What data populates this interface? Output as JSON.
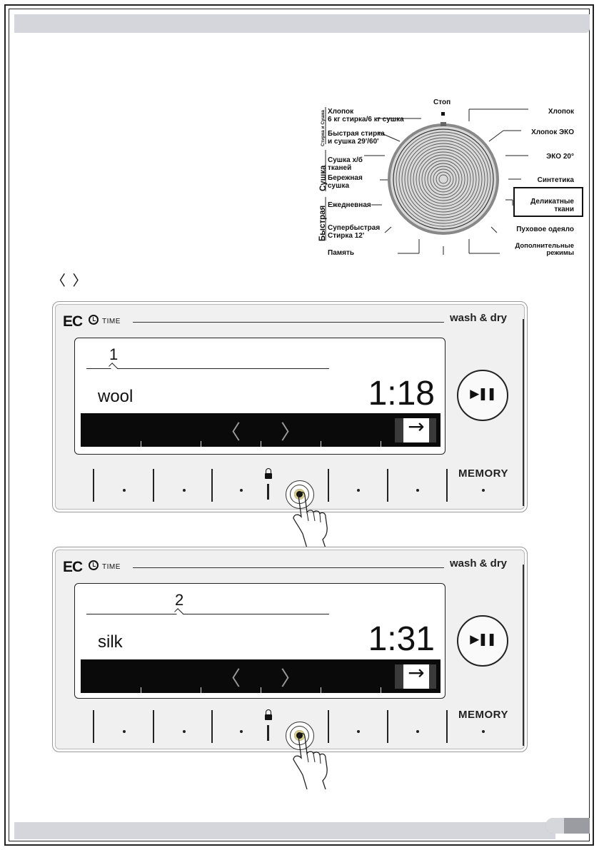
{
  "dial": {
    "top_label": "Стоп",
    "left_group_1": "Стирка и Сушка",
    "left_group_2": "Сушка",
    "left_group_3": "Быстрая",
    "left_items": [
      "Хлопок\n6 кг стирка/6 кг сушка",
      "Быстрая стирка\nи сушка 29'/60'",
      "Сушка х/б\nтканей",
      "Бережная\nсушка",
      "Ежедневная",
      "Супербыстрая\nСтирка 12'",
      "Память"
    ],
    "right_items": [
      "Хлопок",
      "Хлопок ЭКО",
      "ЭКО 20°",
      "Синтетика",
      "Деликатные\nткани",
      "Пуховое одеяло",
      "Дополнительные\nрежимы"
    ],
    "highlighted": "Деликатные ткани"
  },
  "nav_arrows": "〈 〉",
  "brand": {
    "eco": "EC",
    "time": "TIME",
    "wash_dry": "wash & dry",
    "memory": "MEMORY"
  },
  "panels": [
    {
      "number": "1",
      "program": "wool",
      "time": "1:18"
    },
    {
      "number": "2",
      "program": "silk",
      "time": "1:31"
    }
  ],
  "icons": {
    "play_pause": "▶❚❚",
    "left": "〈",
    "right": "〉",
    "next": "→"
  }
}
